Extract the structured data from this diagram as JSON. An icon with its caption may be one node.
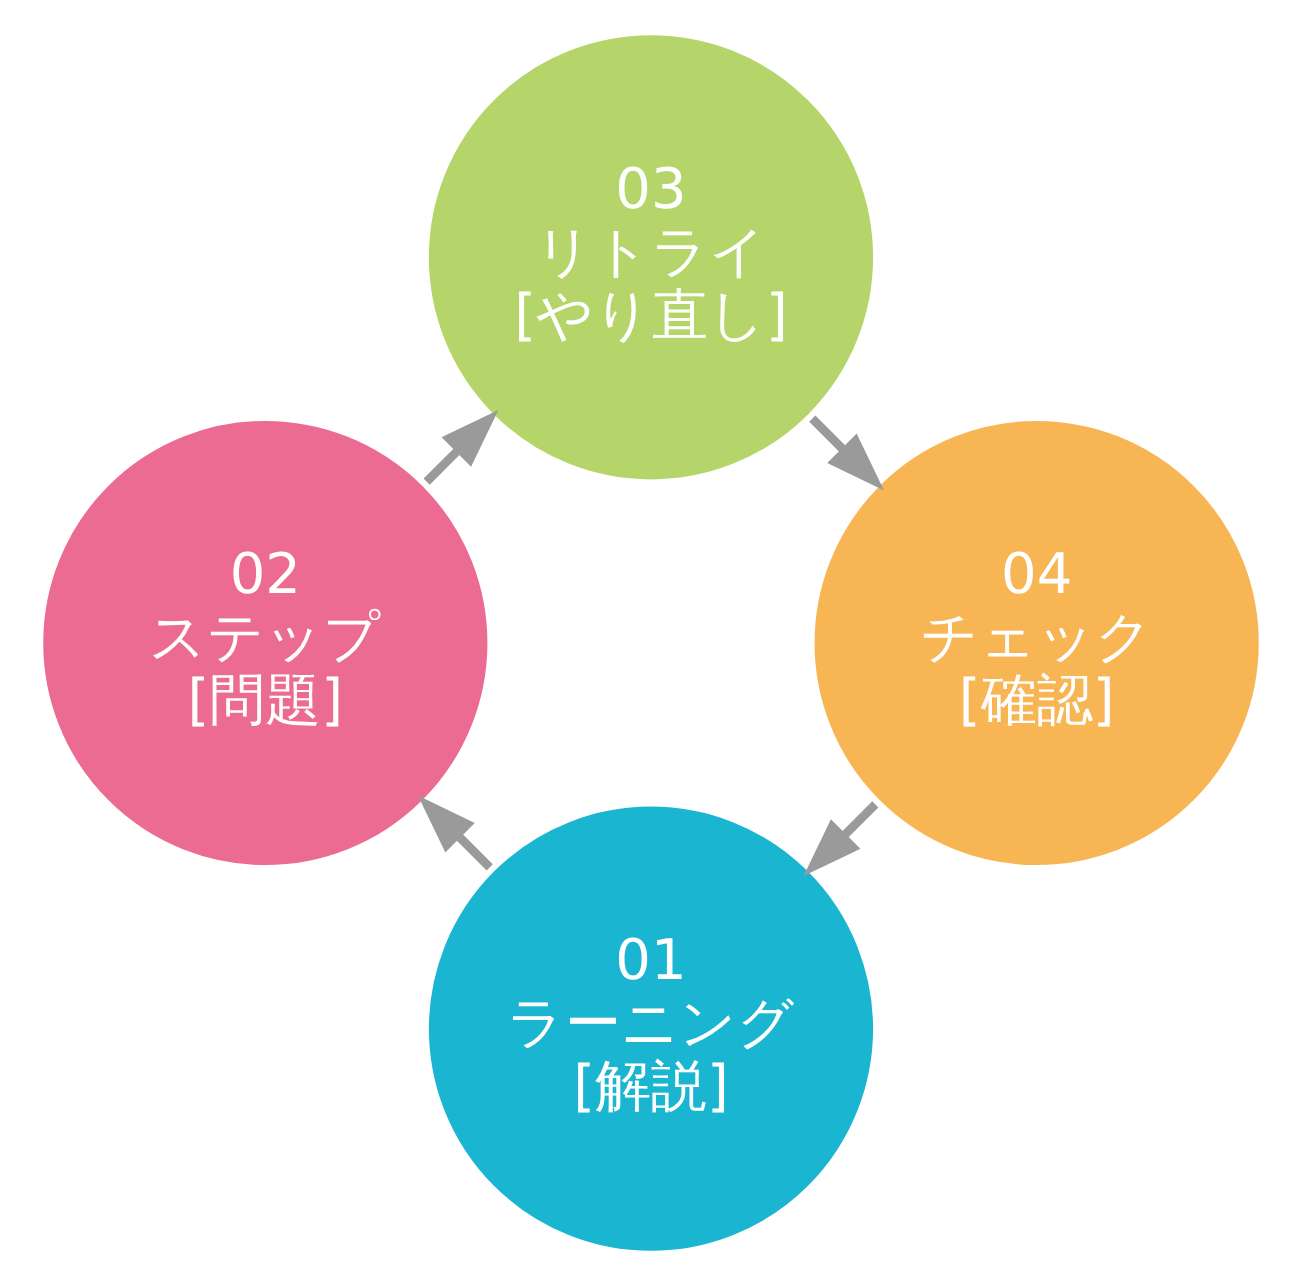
{
  "diagram": {
    "nodes": [
      {
        "text": [
          "01",
          "ラーニング",
          "[解説]"
        ]
      },
      {
        "text": [
          "02",
          "ステップ",
          "[問題]"
        ]
      },
      {
        "text": [
          "03",
          "リトライ",
          "[やり直し]"
        ]
      },
      {
        "text": [
          "04",
          "チェック",
          "[確認]"
        ]
      }
    ],
    "edges": [
      {
        "from": 0,
        "to": 1,
        "arrow": "to"
      },
      {
        "from": 1,
        "to": 2,
        "arrow": "to"
      },
      {
        "from": 2,
        "to": 3,
        "arrow": "to"
      },
      {
        "from": 3,
        "to": 0,
        "arrow": "to"
      }
    ]
  }
}
